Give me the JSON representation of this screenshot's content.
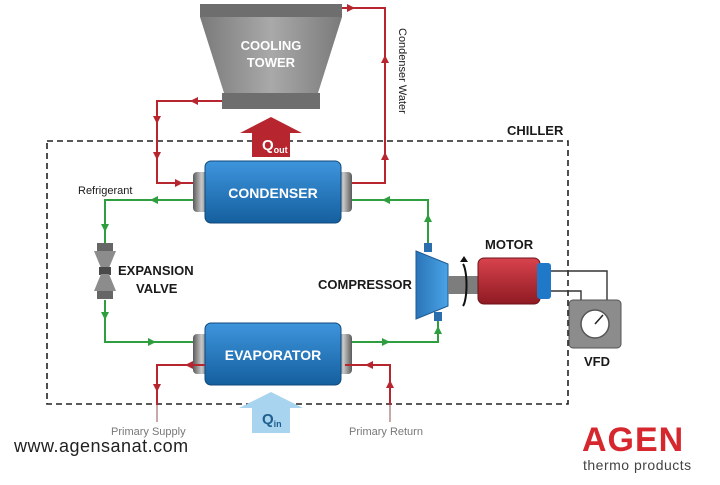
{
  "cooling_tower": {
    "line1": "COOLING",
    "line2": "TOWER"
  },
  "labels": {
    "condenser_water": "Condenser Water",
    "chiller": "CHILLER",
    "refrigerant": "Refrigerant",
    "expansion_line1": "EXPANSION",
    "expansion_line2": "VALVE",
    "compressor": "COMPRESSOR",
    "motor": "MOTOR",
    "vfd": "VFD",
    "primary_supply": "Primary Supply",
    "primary_return": "Primary Return"
  },
  "boxes": {
    "condenser": "CONDENSER",
    "evaporator": "EVAPORATOR"
  },
  "heat": {
    "q_out_main": "Q",
    "q_out_sub": "out",
    "q_in_main": "Q",
    "q_in_sub": "in"
  },
  "footer": {
    "website": "www.agensanat.com"
  },
  "brand": {
    "name": "AGEN",
    "tagline": "thermo products"
  },
  "colors": {
    "water_line": "#b7262e",
    "refrigerant_line": "#2e9e3e",
    "box_blue": "#1f78c8",
    "motor_red": "#b82430",
    "tower_gray": "#8c8c8c",
    "brand_red": "#d6272e",
    "q_in_fill": "#a8d4ef"
  }
}
